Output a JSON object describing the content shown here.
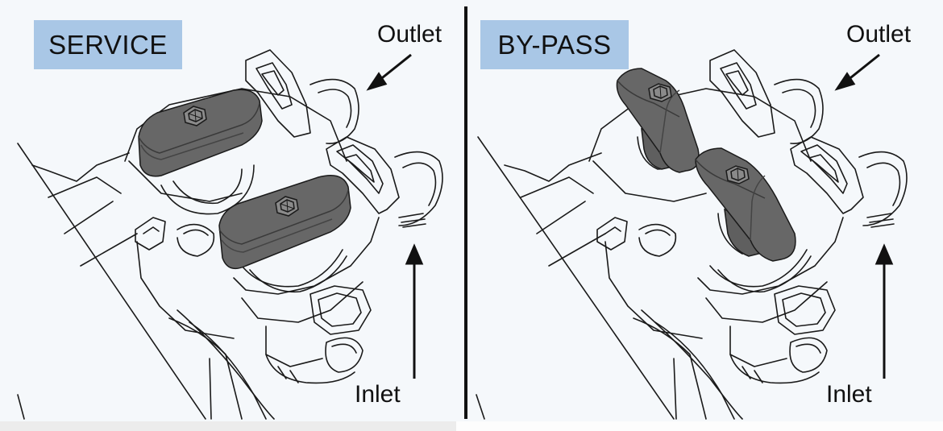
{
  "panels": {
    "left": {
      "mode_label": "SERVICE",
      "outlet_label": "Outlet",
      "inlet_label": "Inlet"
    },
    "right": {
      "mode_label": "BY-PASS",
      "outlet_label": "Outlet",
      "inlet_label": "Inlet"
    }
  },
  "colors": {
    "label_background": "#a9c7e6",
    "knob_fill": "#676767",
    "line_art": "#1a1a1a",
    "background": "#f5f8fb"
  }
}
